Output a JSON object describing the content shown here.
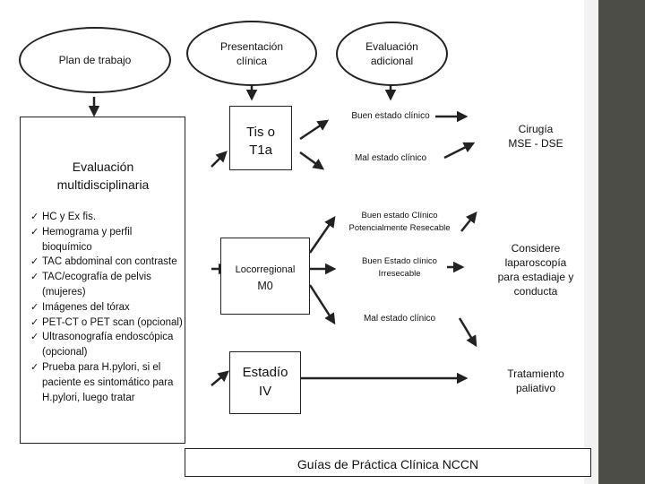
{
  "ovals": {
    "plan": "Plan de trabajo",
    "presentacion": "Presentación\nclínica",
    "evaluacion_adicional": "Evaluación\nadicional"
  },
  "multidisciplinaria": {
    "title": "Evaluación\nmultidisciplinaria",
    "items": [
      "HC y Ex fis.",
      "Hemograma  y perfil bioquímico",
      "TAC abdominal con contraste",
      "TAC/ecografía de pelvis (mujeres)",
      "Imágenes del tórax",
      "PET-CT o PET scan (opcional)",
      "Ultrasonografía endoscópica (opcional)",
      "Prueba para H.pylori, si el paciente es sintomático para H.pylori, luego tratar"
    ]
  },
  "presentation": {
    "tis": "Tis o\nT1a",
    "locorregional": "Locorregional",
    "m0": "M0",
    "estadio": "Estadío\nIV"
  },
  "evaluations": {
    "buen_estado": "Buen estado clínico",
    "mal_estado_1": "Mal estado clínico",
    "buen_estado_resecable": "Buen estado Clínico\nPotencialmente Resecable",
    "buen_estado_irresecable": "Buen Estado clínico\nIrresecable",
    "mal_estado_2": "Mal estado clínico"
  },
  "outcomes": {
    "cirugia": "Cirugía\nMSE - DSE",
    "considere": "Considere\nlaparoscopía\npara estadiaje   y\nconducta",
    "tratamiento": "Tratamiento\npaliativo"
  },
  "footer": "Guías de Práctica Clínica  NCCN",
  "colors": {
    "line": "#222222",
    "sidebar": "#4d4d47"
  }
}
